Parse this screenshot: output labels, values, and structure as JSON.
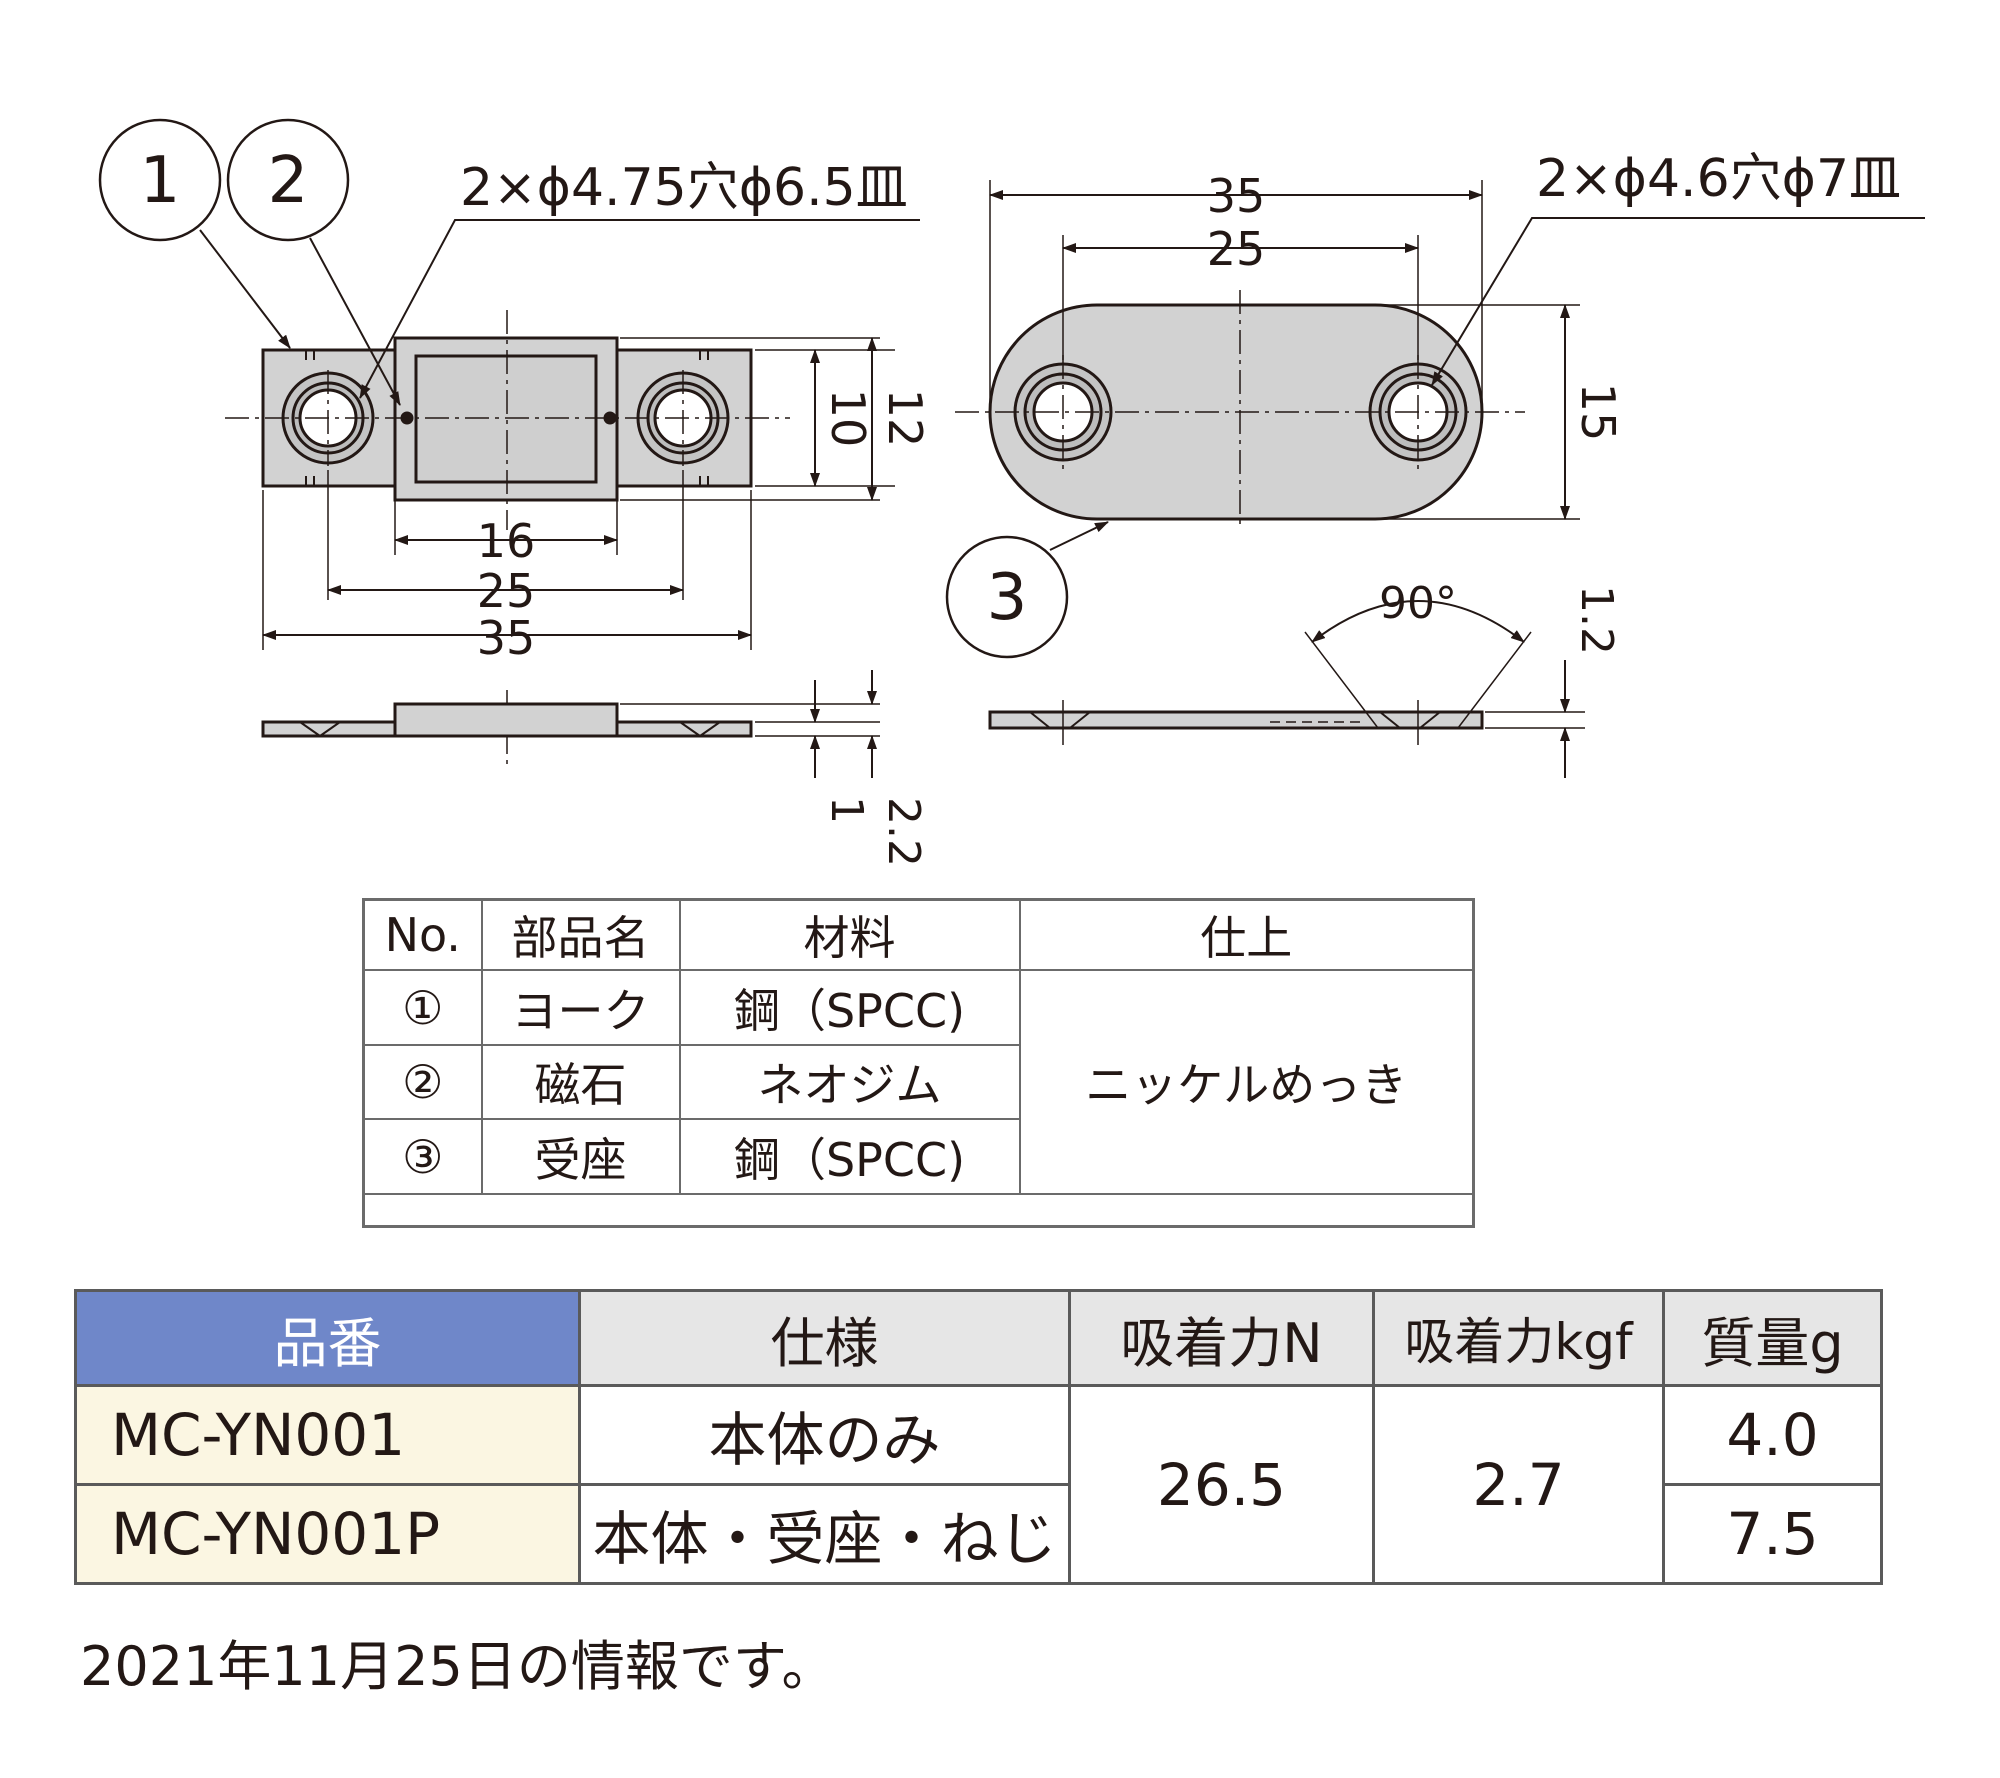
{
  "drawing": {
    "callouts": {
      "c1": "1",
      "c2": "2",
      "c3": "3"
    },
    "left_view": {
      "hole_note": "2×ϕ4.75穴ϕ6.5皿",
      "dim_width_16": "16",
      "dim_pitch_25": "25",
      "dim_length_35": "35",
      "dim_height_10": "10",
      "dim_height_12": "12",
      "dim_thick_1": "1",
      "dim_thick_2_2": "2.2"
    },
    "right_view": {
      "hole_note": "2×ϕ4.6穴ϕ7皿",
      "dim_length_35": "35",
      "dim_pitch_25": "25",
      "dim_height_15": "15",
      "dim_thick_1_2": "1.2",
      "dim_angle": "90°"
    }
  },
  "parts_table": {
    "headers": [
      "No.",
      "部品名",
      "材料",
      "仕上"
    ],
    "rows": [
      {
        "no": "①",
        "name": "ヨーク",
        "material": "鋼（SPCC)"
      },
      {
        "no": "②",
        "name": "磁石",
        "material": "ネオジム"
      },
      {
        "no": "③",
        "name": "受座",
        "material": "鋼（SPCC)"
      }
    ],
    "finish": "ニッケルめっき"
  },
  "spec_table": {
    "headers": [
      "品番",
      "仕様",
      "吸着力N",
      "吸着力kgf",
      "質量g"
    ],
    "rows": [
      {
        "part_no": "MC-YN001",
        "spec": "本体のみ",
        "mass": "4.0"
      },
      {
        "part_no": "MC-YN001P",
        "spec": "本体・受座・ねじ",
        "mass": "7.5"
      }
    ],
    "force_n": "26.5",
    "force_kgf": "2.7"
  },
  "note": "2021年11月25日の情報です。",
  "colors": {
    "part_fill": "#d2d2d2",
    "line": "#231815",
    "header_blue": "#6f87c9",
    "partno_bg": "#fbf6e2",
    "header_gray": "#e6e6e6"
  }
}
